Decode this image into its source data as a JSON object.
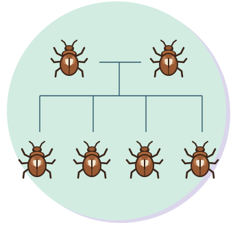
{
  "colors": {
    "background": "#ffffff",
    "circle_fill": "#d2ece2",
    "circle_shadow": "#dcd6ec",
    "connector": "#2f5a6a",
    "beetle_body": "#9a5a34",
    "beetle_dark": "#3a2418",
    "beetle_spot": "#f2e7d3"
  },
  "diagram": {
    "parents": [
      {
        "name": "beetle-parent-1",
        "icon": "beetle-icon"
      },
      {
        "name": "beetle-parent-2",
        "icon": "beetle-icon"
      }
    ],
    "offspring": [
      {
        "name": "beetle-offspring-1",
        "icon": "beetle-icon"
      },
      {
        "name": "beetle-offspring-2",
        "icon": "beetle-icon"
      },
      {
        "name": "beetle-offspring-3",
        "icon": "beetle-icon"
      },
      {
        "name": "beetle-offspring-4",
        "icon": "beetle-icon"
      }
    ]
  }
}
